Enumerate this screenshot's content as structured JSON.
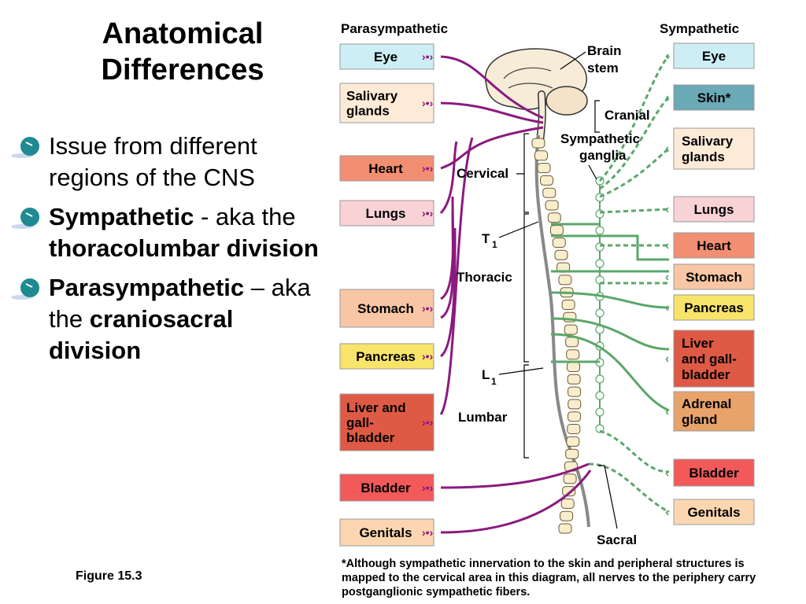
{
  "slide": {
    "title_line1": "Anatomical",
    "title_line2": "Differences",
    "bullets": [
      {
        "parts": [
          {
            "text": "Issue from different regions of the CNS",
            "bold": false
          }
        ]
      },
      {
        "parts": [
          {
            "text": "Sympathetic",
            "bold": true
          },
          {
            "text": " - aka the ",
            "bold": false
          },
          {
            "text": "thoracolumbar division",
            "bold": true
          }
        ]
      },
      {
        "parts": [
          {
            "text": "Parasympathetic",
            "bold": true
          },
          {
            "text": " – aka the ",
            "bold": false
          },
          {
            "text": "craniosacral division",
            "bold": true
          }
        ]
      }
    ],
    "figure_caption": "Figure 15.3"
  },
  "diagram": {
    "header_left": "Parasympathetic",
    "header_right": "Sympathetic",
    "para_color": "#8b1a7e",
    "symp_color": "#5aa76a",
    "parasympathetic_targets": [
      {
        "lines": [
          "Eye"
        ],
        "color": "#cdeef5"
      },
      {
        "lines": [
          "Salivary",
          "glands"
        ],
        "color": "#fdebd8"
      },
      {
        "lines": [
          "Heart"
        ],
        "color": "#f28f72"
      },
      {
        "lines": [
          "Lungs"
        ],
        "color": "#f9d2d6"
      },
      {
        "lines": [
          "Stomach"
        ],
        "color": "#f8c6a4"
      },
      {
        "lines": [
          "Pancreas"
        ],
        "color": "#f8e46a"
      },
      {
        "lines": [
          "Liver and",
          "gall-",
          "bladder"
        ],
        "color": "#de5a45"
      },
      {
        "lines": [
          "Bladder"
        ],
        "color": "#f25a5a"
      },
      {
        "lines": [
          "Genitals"
        ],
        "color": "#fbd6b0"
      }
    ],
    "sympathetic_targets": [
      {
        "lines": [
          "Eye"
        ],
        "color": "#cdeef5"
      },
      {
        "lines": [
          "Skin*"
        ],
        "color": "#6aa9b6"
      },
      {
        "lines": [
          "Salivary",
          "glands"
        ],
        "color": "#fdebd8"
      },
      {
        "lines": [
          "Lungs"
        ],
        "color": "#f9d2d6"
      },
      {
        "lines": [
          "Heart"
        ],
        "color": "#f28f72"
      },
      {
        "lines": [
          "Stomach"
        ],
        "color": "#f8c6a4"
      },
      {
        "lines": [
          "Pancreas"
        ],
        "color": "#f8e46a"
      },
      {
        "lines": [
          "Liver",
          "and gall-",
          "bladder"
        ],
        "color": "#de5a45"
      },
      {
        "lines": [
          "Adrenal",
          "gland"
        ],
        "color": "#e8a36a"
      },
      {
        "lines": [
          "Bladder"
        ],
        "color": "#f25a5a"
      },
      {
        "lines": [
          "Genitals"
        ],
        "color": "#fbd6b0"
      }
    ],
    "labels": {
      "brain_stem": [
        "Brain",
        "stem"
      ],
      "cranial": "Cranial",
      "sympathetic_ganglia": [
        "Sympathetic",
        "ganglia"
      ],
      "cervical": "Cervical",
      "t1": "T",
      "t1_sub": "1",
      "thoracic": "Thoracic",
      "l1": "L",
      "l1_sub": "1",
      "lumbar": "Lumbar",
      "sacral": "Sacral"
    },
    "footnote": "*Although sympathetic innervation to the skin and peripheral structures is mapped to the cervical area in this diagram, all nerves to the periphery carry postganglionic sympathetic fibers."
  }
}
